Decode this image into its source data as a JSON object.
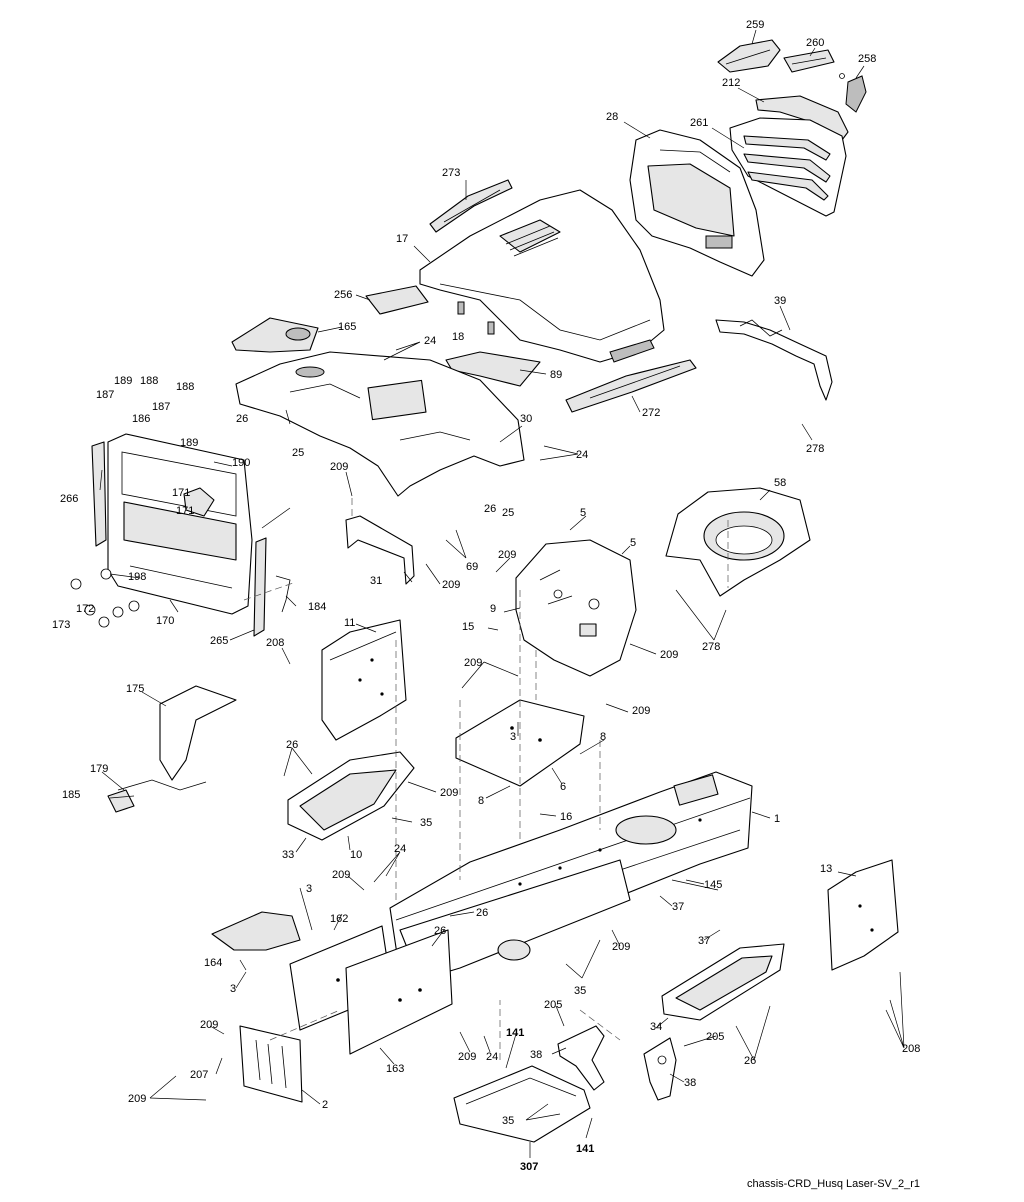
{
  "diagram": {
    "caption": "chassis-CRD_Husq Laser-SV_2_r1",
    "callouts": [
      {
        "id": "c259",
        "text": "259"
      },
      {
        "id": "c260",
        "text": "260"
      },
      {
        "id": "c258",
        "text": "258"
      },
      {
        "id": "c212",
        "text": "212"
      },
      {
        "id": "c28",
        "text": "28"
      },
      {
        "id": "c261",
        "text": "261"
      },
      {
        "id": "c273",
        "text": "273"
      },
      {
        "id": "c17",
        "text": "17"
      },
      {
        "id": "c256",
        "text": "256"
      },
      {
        "id": "c165",
        "text": "165"
      },
      {
        "id": "c18",
        "text": "18"
      },
      {
        "id": "c24a",
        "text": "24"
      },
      {
        "id": "c39",
        "text": "39"
      },
      {
        "id": "c89",
        "text": "89"
      },
      {
        "id": "c272",
        "text": "272"
      },
      {
        "id": "c278a",
        "text": "278"
      },
      {
        "id": "c189a",
        "text": "189"
      },
      {
        "id": "c188a",
        "text": "188"
      },
      {
        "id": "c188b",
        "text": "188"
      },
      {
        "id": "c187a",
        "text": "187"
      },
      {
        "id": "c187b",
        "text": "187"
      },
      {
        "id": "c186",
        "text": "186"
      },
      {
        "id": "c189b",
        "text": "189"
      },
      {
        "id": "c26a",
        "text": "26"
      },
      {
        "id": "c25a",
        "text": "25"
      },
      {
        "id": "c30",
        "text": "30"
      },
      {
        "id": "c24b",
        "text": "24"
      },
      {
        "id": "c190",
        "text": "190"
      },
      {
        "id": "c266",
        "text": "266"
      },
      {
        "id": "c171a",
        "text": "171"
      },
      {
        "id": "c171b",
        "text": "171"
      },
      {
        "id": "c209a",
        "text": "209"
      },
      {
        "id": "c26b",
        "text": "26"
      },
      {
        "id": "c25b",
        "text": "25"
      },
      {
        "id": "c58",
        "text": "58"
      },
      {
        "id": "c5a",
        "text": "5"
      },
      {
        "id": "c5b",
        "text": "5"
      },
      {
        "id": "c69",
        "text": "69"
      },
      {
        "id": "c209b",
        "text": "209"
      },
      {
        "id": "c31",
        "text": "31"
      },
      {
        "id": "c209c",
        "text": "209"
      },
      {
        "id": "c198",
        "text": "198"
      },
      {
        "id": "c172",
        "text": "172"
      },
      {
        "id": "c173",
        "text": "173"
      },
      {
        "id": "c170",
        "text": "170"
      },
      {
        "id": "c184",
        "text": "184"
      },
      {
        "id": "c265",
        "text": "265"
      },
      {
        "id": "c9",
        "text": "9"
      },
      {
        "id": "c278b",
        "text": "278"
      },
      {
        "id": "c15",
        "text": "15"
      },
      {
        "id": "c209d",
        "text": "209"
      },
      {
        "id": "c11",
        "text": "11"
      },
      {
        "id": "c208a",
        "text": "208"
      },
      {
        "id": "c209e",
        "text": "209"
      },
      {
        "id": "c209f",
        "text": "209"
      },
      {
        "id": "c175",
        "text": "175"
      },
      {
        "id": "c3a",
        "text": "3"
      },
      {
        "id": "c8a",
        "text": "8"
      },
      {
        "id": "c26c",
        "text": "26"
      },
      {
        "id": "c179",
        "text": "179"
      },
      {
        "id": "c209g",
        "text": "209"
      },
      {
        "id": "c185",
        "text": "185"
      },
      {
        "id": "c6",
        "text": "6"
      },
      {
        "id": "c8b",
        "text": "8"
      },
      {
        "id": "c35a",
        "text": "35"
      },
      {
        "id": "c16",
        "text": "16"
      },
      {
        "id": "c1",
        "text": "1"
      },
      {
        "id": "c33",
        "text": "33"
      },
      {
        "id": "c10",
        "text": "10"
      },
      {
        "id": "c24c",
        "text": "24"
      },
      {
        "id": "c13",
        "text": "13"
      },
      {
        "id": "c209h",
        "text": "209"
      },
      {
        "id": "c145",
        "text": "145"
      },
      {
        "id": "c3b",
        "text": "3"
      },
      {
        "id": "c162",
        "text": "162"
      },
      {
        "id": "c26d",
        "text": "26"
      },
      {
        "id": "c37a",
        "text": "37"
      },
      {
        "id": "c26e",
        "text": "26"
      },
      {
        "id": "c37b",
        "text": "37"
      },
      {
        "id": "c209i",
        "text": "209"
      },
      {
        "id": "c164",
        "text": "164"
      },
      {
        "id": "c35b",
        "text": "35"
      },
      {
        "id": "c3c",
        "text": "3"
      },
      {
        "id": "c205a",
        "text": "205"
      },
      {
        "id": "c34",
        "text": "34"
      },
      {
        "id": "c205b",
        "text": "205"
      },
      {
        "id": "c209j",
        "text": "209"
      },
      {
        "id": "c141a",
        "text": "141"
      },
      {
        "id": "c163",
        "text": "163"
      },
      {
        "id": "c209k",
        "text": "209"
      },
      {
        "id": "c24d",
        "text": "24"
      },
      {
        "id": "c208b",
        "text": "208"
      },
      {
        "id": "c26f",
        "text": "26"
      },
      {
        "id": "c38a",
        "text": "38"
      },
      {
        "id": "c207",
        "text": "207"
      },
      {
        "id": "c38b",
        "text": "38"
      },
      {
        "id": "c209l",
        "text": "209"
      },
      {
        "id": "c2",
        "text": "2"
      },
      {
        "id": "c35c",
        "text": "35"
      },
      {
        "id": "c141b",
        "text": "141"
      },
      {
        "id": "c307",
        "text": "307"
      }
    ]
  }
}
